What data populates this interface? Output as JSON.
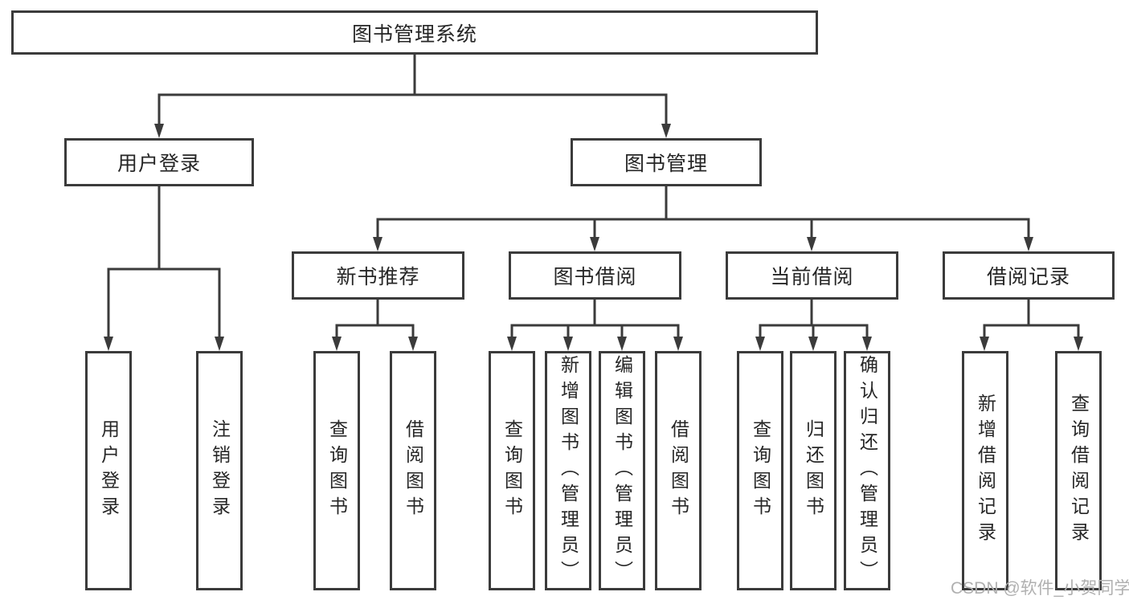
{
  "diagram": {
    "type": "hierarchy-tree",
    "title": "图书管理系统",
    "root": {
      "label": "图书管理系统"
    },
    "level2": [
      {
        "id": "user-login",
        "label": "用户登录",
        "parent": "图书管理系统"
      },
      {
        "id": "book-management",
        "label": "图书管理",
        "parent": "图书管理系统"
      }
    ],
    "level3": [
      {
        "id": "new-book-recommend",
        "label": "新书推荐",
        "parent": "图书管理"
      },
      {
        "id": "book-borrowing",
        "label": "图书借阅",
        "parent": "图书管理"
      },
      {
        "id": "current-borrowing",
        "label": "当前借阅",
        "parent": "图书管理"
      },
      {
        "id": "borrowing-records",
        "label": "借阅记录",
        "parent": "图书管理"
      }
    ],
    "leaves": [
      {
        "label": "用户登录",
        "parent": "用户登录"
      },
      {
        "label": "注销登录",
        "parent": "用户登录"
      },
      {
        "label": "查询图书",
        "parent": "新书推荐"
      },
      {
        "label": "借阅图书",
        "parent": "新书推荐"
      },
      {
        "label": "查询图书",
        "parent": "图书借阅"
      },
      {
        "label": "新增图书（管理员）",
        "parent": "图书借阅"
      },
      {
        "label": "编辑图书（管理员）",
        "parent": "图书借阅"
      },
      {
        "label": "借阅图书",
        "parent": "图书借阅"
      },
      {
        "label": "查询图书",
        "parent": "当前借阅"
      },
      {
        "label": "归还图书",
        "parent": "当前借阅"
      },
      {
        "label": "确认归还（管理员）",
        "parent": "当前借阅"
      },
      {
        "label": "新增借阅记录",
        "parent": "借阅记录"
      },
      {
        "label": "查询借阅记录",
        "parent": "借阅记录"
      }
    ],
    "colors": {
      "line": "#3b3b3b",
      "box_border": "#3b3b3b",
      "text": "#262626",
      "background": "#ffffff"
    }
  },
  "watermark": {
    "text": "CSDN @软件_小贺同学",
    "color": "#b0b0b0"
  }
}
